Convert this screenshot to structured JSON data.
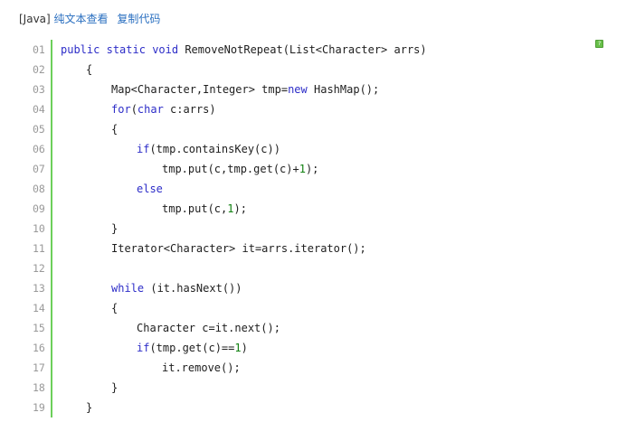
{
  "toolbar": {
    "language": "[Java]",
    "plain_text_link": "纯文本查看",
    "copy_code_link": "复制代码"
  },
  "copy_badge": {
    "label": "?"
  },
  "code": {
    "lines": [
      {
        "num": "01",
        "indent": 0,
        "tokens": [
          {
            "t": "public",
            "k": "kw"
          },
          {
            "t": " "
          },
          {
            "t": "static",
            "k": "kw"
          },
          {
            "t": " "
          },
          {
            "t": "void",
            "k": "kw"
          },
          {
            "t": " RemoveNotRepeat(List<Character> arrs)"
          }
        ]
      },
      {
        "num": "02",
        "indent": 1,
        "tokens": [
          {
            "t": "{"
          }
        ]
      },
      {
        "num": "03",
        "indent": 2,
        "tokens": [
          {
            "t": "Map<Character,Integer> tmp="
          },
          {
            "t": "new",
            "k": "kw"
          },
          {
            "t": " HashMap();"
          }
        ]
      },
      {
        "num": "04",
        "indent": 2,
        "tokens": [
          {
            "t": "for",
            "k": "kw"
          },
          {
            "t": "("
          },
          {
            "t": "char",
            "k": "kw"
          },
          {
            "t": " c:arrs)"
          }
        ]
      },
      {
        "num": "05",
        "indent": 2,
        "tokens": [
          {
            "t": "{"
          }
        ]
      },
      {
        "num": "06",
        "indent": 3,
        "tokens": [
          {
            "t": "if",
            "k": "kw"
          },
          {
            "t": "(tmp.containsKey(c))"
          }
        ]
      },
      {
        "num": "07",
        "indent": 4,
        "tokens": [
          {
            "t": "tmp.put(c,tmp.get(c)+"
          },
          {
            "t": "1",
            "k": "num"
          },
          {
            "t": ");"
          }
        ]
      },
      {
        "num": "08",
        "indent": 3,
        "tokens": [
          {
            "t": "else",
            "k": "kw"
          }
        ]
      },
      {
        "num": "09",
        "indent": 4,
        "tokens": [
          {
            "t": "tmp.put(c,"
          },
          {
            "t": "1",
            "k": "num"
          },
          {
            "t": ");"
          }
        ]
      },
      {
        "num": "10",
        "indent": 2,
        "tokens": [
          {
            "t": "}"
          }
        ]
      },
      {
        "num": "11",
        "indent": 2,
        "tokens": [
          {
            "t": "Iterator<Character> it=arrs.iterator();"
          }
        ]
      },
      {
        "num": "12",
        "indent": 0,
        "tokens": []
      },
      {
        "num": "13",
        "indent": 2,
        "tokens": [
          {
            "t": "while",
            "k": "kw"
          },
          {
            "t": " (it.hasNext())"
          }
        ]
      },
      {
        "num": "14",
        "indent": 2,
        "tokens": [
          {
            "t": "{"
          }
        ]
      },
      {
        "num": "15",
        "indent": 3,
        "tokens": [
          {
            "t": "Character c=it.next();"
          }
        ]
      },
      {
        "num": "16",
        "indent": 3,
        "tokens": [
          {
            "t": "if",
            "k": "kw"
          },
          {
            "t": "(tmp.get(c)=="
          },
          {
            "t": "1",
            "k": "num"
          },
          {
            "t": ")"
          }
        ]
      },
      {
        "num": "17",
        "indent": 4,
        "tokens": [
          {
            "t": "it.remove();"
          }
        ]
      },
      {
        "num": "18",
        "indent": 2,
        "tokens": [
          {
            "t": "}"
          }
        ]
      },
      {
        "num": "19",
        "indent": 1,
        "tokens": [
          {
            "t": "}"
          }
        ]
      }
    ]
  }
}
